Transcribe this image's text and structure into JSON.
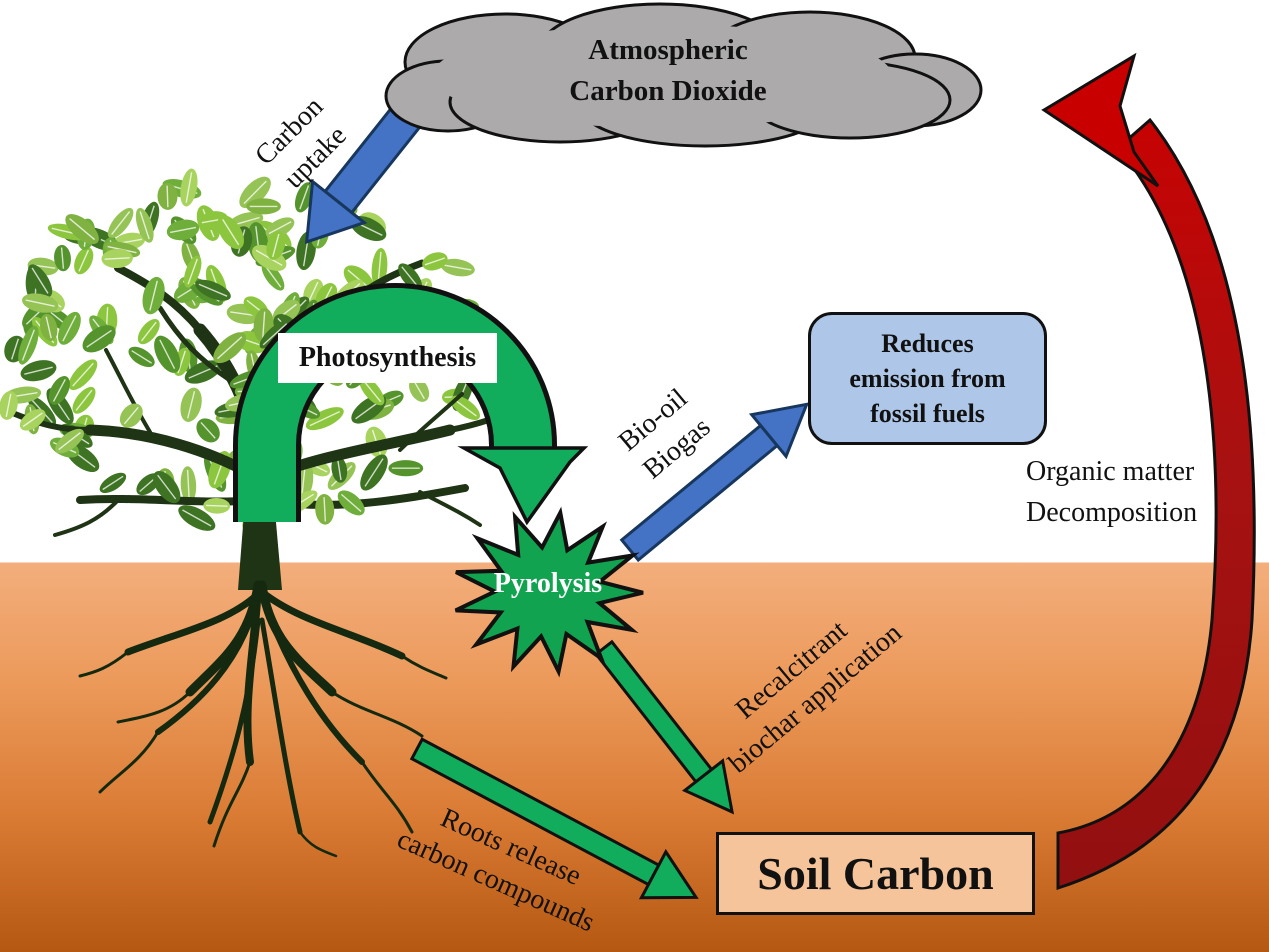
{
  "diagram": {
    "cloud": {
      "label": "Atmospheric\nCarbon Dioxide"
    },
    "photosynthesis": {
      "label": "Photosynthesis"
    },
    "pyrolysis": {
      "label": "Pyrolysis"
    },
    "reduces_box": {
      "label": "Reduces\nemission from\nfossil fuels"
    },
    "soil_carbon_box": {
      "label": "Soil Carbon"
    },
    "arrow_labels": {
      "carbon_uptake": "Carbon\nuptake",
      "bio_oil": "Bio-oil\nBiogas",
      "organic_matter": "Organic matter\nDecomposition",
      "recalcitrant": "Recalcitrant\nbiochar application",
      "roots_release": "Roots release\ncarbon compounds"
    },
    "colors": {
      "cloud_fill": "#ACAAAA",
      "blue_arrow": "#4472C4",
      "blue_box_fill": "#AEC6E8",
      "green_arrow": "#12AD5C",
      "red_arrow_bright": "#C80000",
      "red_arrow_dark": "#8F1010",
      "soil_top": "#F3AE7C",
      "soil_bottom": "#B45812",
      "soil_carbon_fill": "#F6C49A"
    }
  }
}
